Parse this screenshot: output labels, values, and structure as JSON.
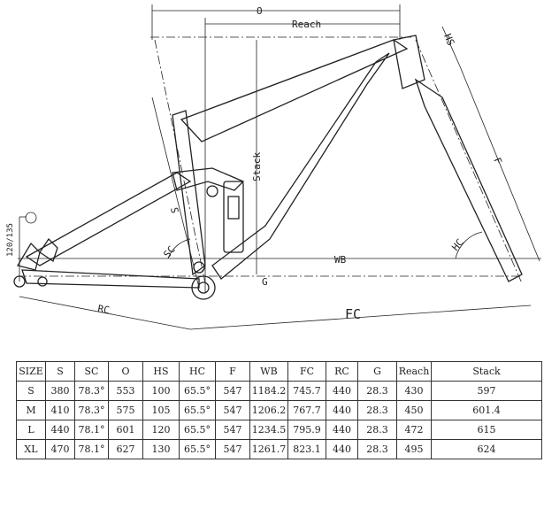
{
  "drawing": {
    "labels": {
      "o": "O",
      "reach": "Reach",
      "hs": "HS",
      "f": "F",
      "stack": "Stack",
      "s": "S",
      "sc": "SC",
      "hc": "HC",
      "wb": "WB",
      "g": "G",
      "rc": "RC",
      "fc": "FC",
      "travel": "120/135"
    }
  },
  "table": {
    "headers": [
      "SIZE",
      "S",
      "SC",
      "O",
      "HS",
      "HC",
      "F",
      "WB",
      "FC",
      "RC",
      "G",
      "Reach",
      "Stack"
    ],
    "rows": [
      [
        "S",
        "380",
        "78.3°",
        "553",
        "100",
        "65.5°",
        "547",
        "1184.2",
        "745.7",
        "440",
        "28.3",
        "430",
        "597"
      ],
      [
        "M",
        "410",
        "78.3°",
        "575",
        "105",
        "65.5°",
        "547",
        "1206.2",
        "767.7",
        "440",
        "28.3",
        "450",
        "601.4"
      ],
      [
        "L",
        "440",
        "78.1°",
        "601",
        "120",
        "65.5°",
        "547",
        "1234.5",
        "795.9",
        "440",
        "28.3",
        "472",
        "615"
      ],
      [
        "XL",
        "470",
        "78.1°",
        "627",
        "130",
        "65.5°",
        "547",
        "1261.7",
        "823.1",
        "440",
        "28.3",
        "495",
        "624"
      ]
    ]
  }
}
